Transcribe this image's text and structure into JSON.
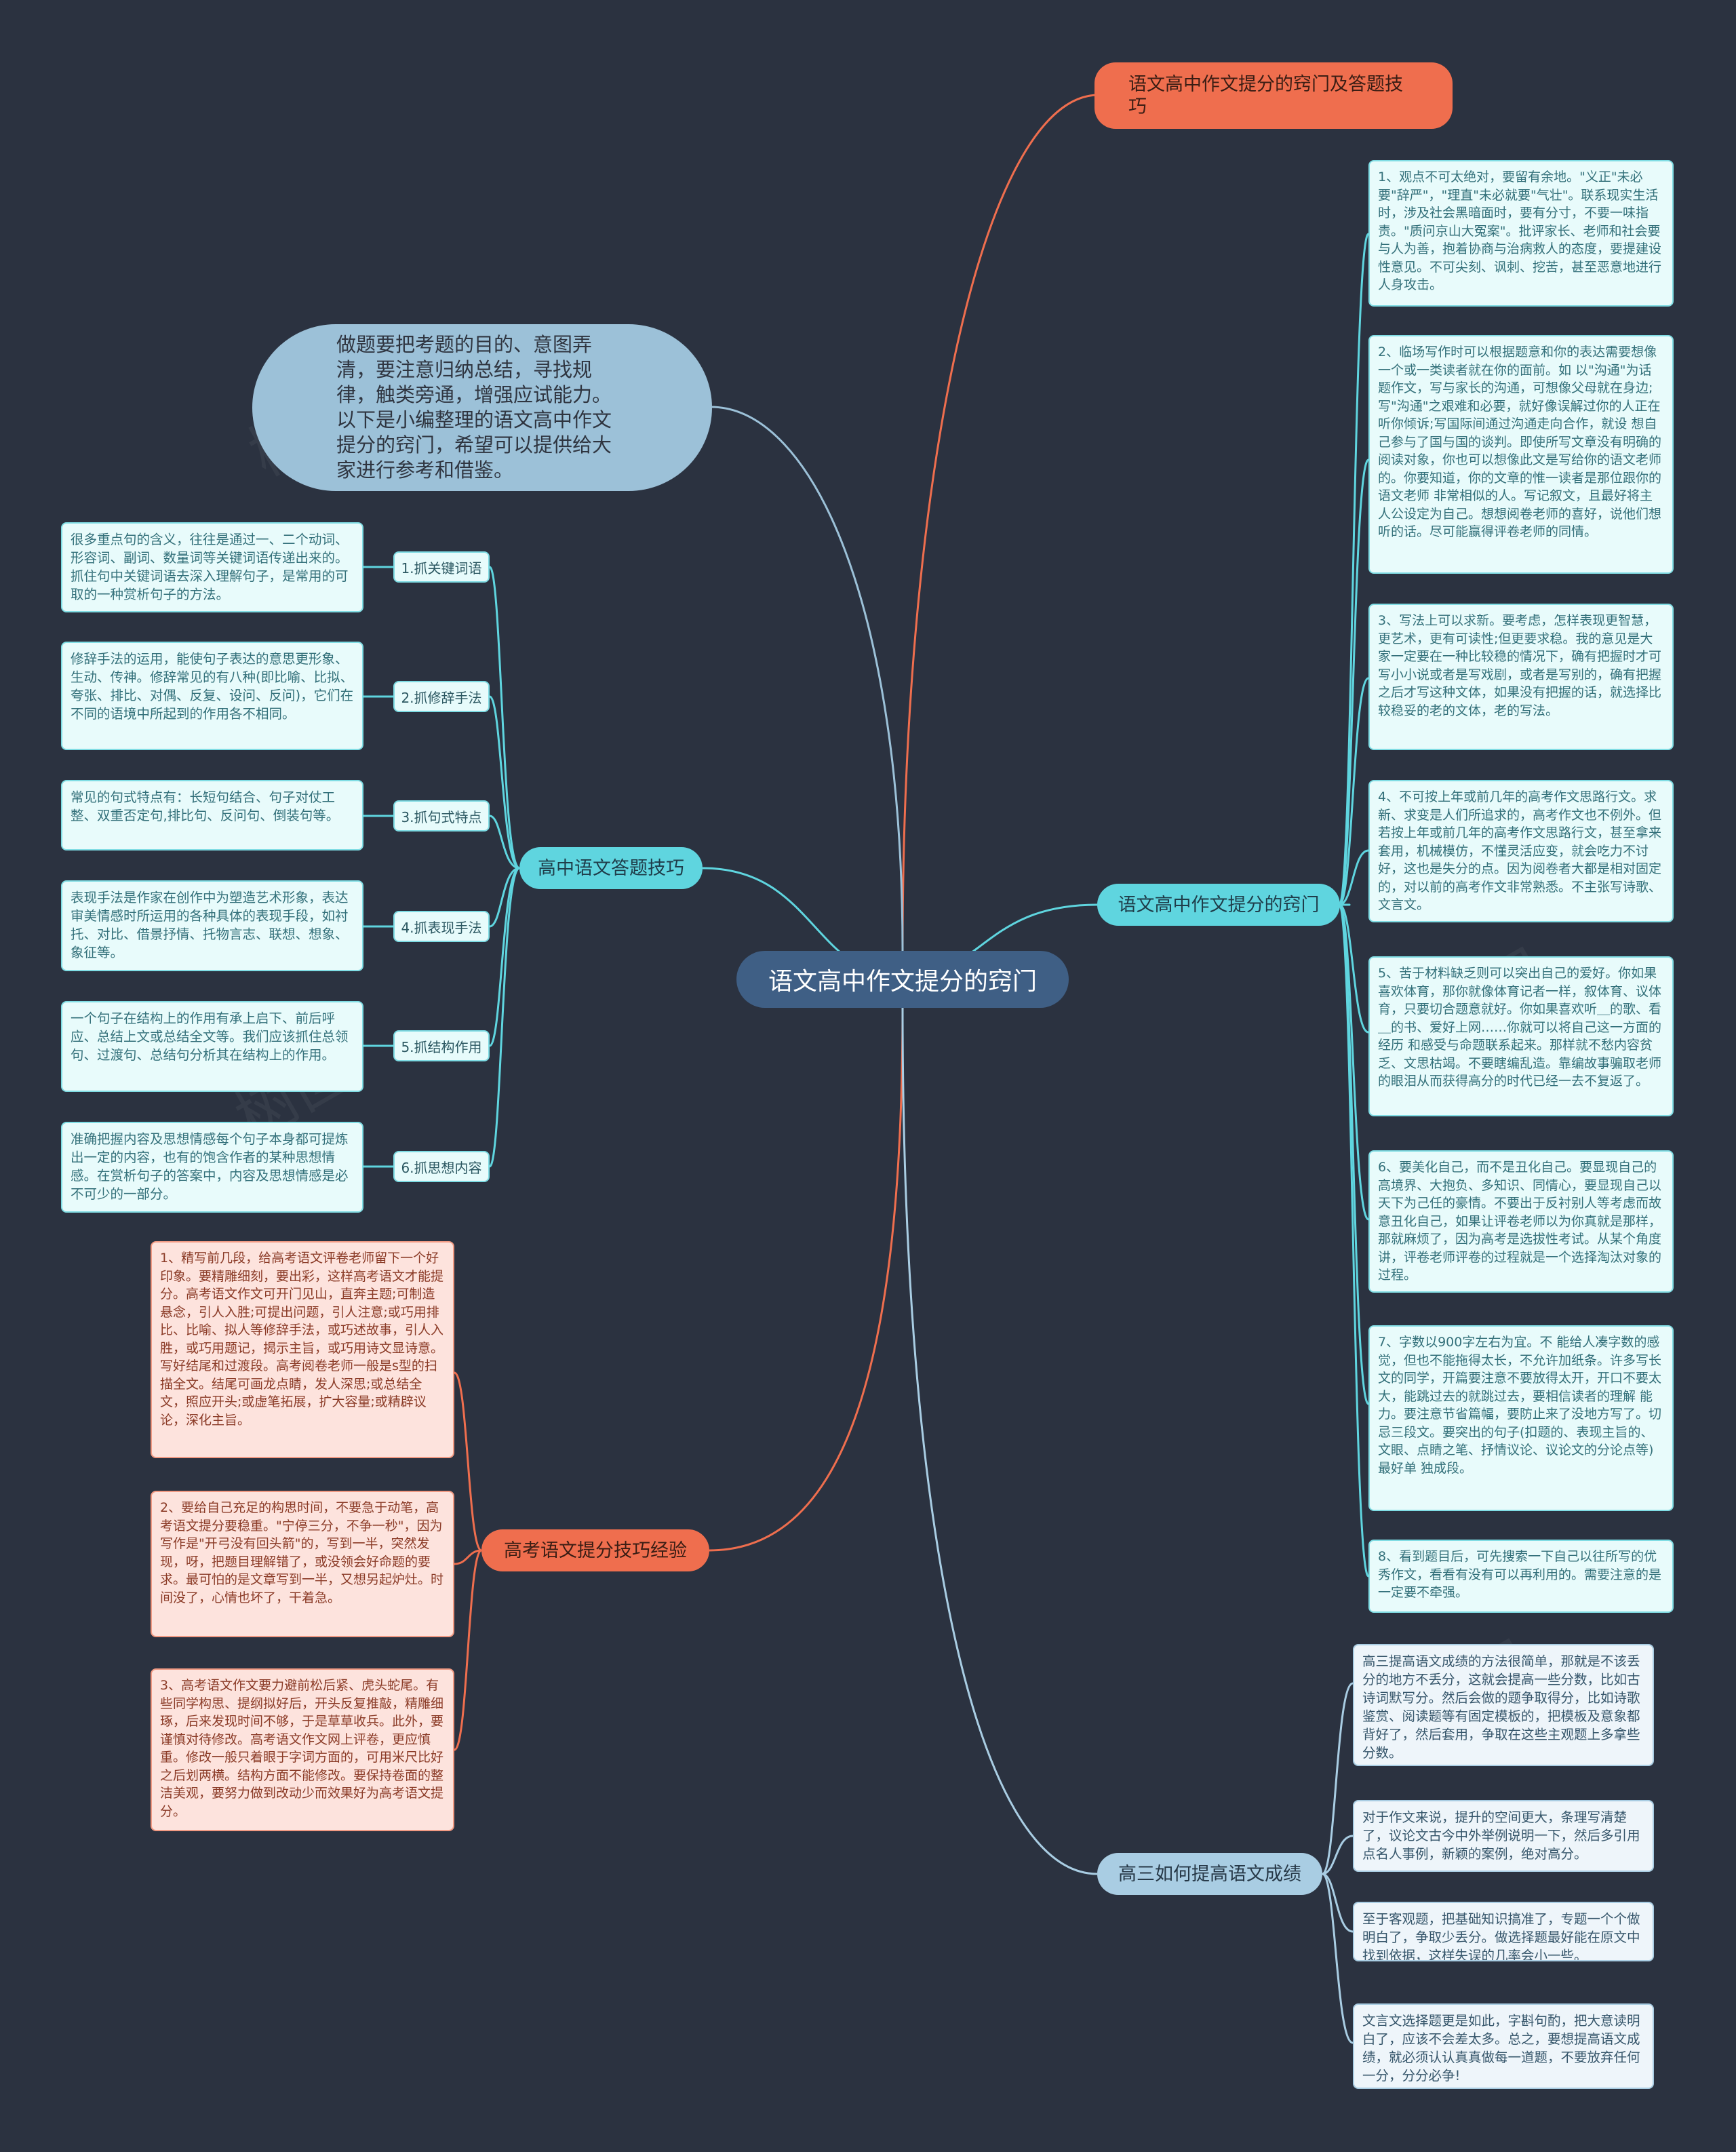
{
  "center": "语文高中作文提分的窍门",
  "intro": "做题要把考题的目的、意图弄清，要注意归纳总结，寻找规律，触类旁通，增强应试能力。以下是小编整理的语文高中作文提分的窍门，希望可以提供给大家进行参考和借鉴。",
  "branches": {
    "top": "语文高中作文提分的窍门及答题技巧",
    "skills": "高中语文答题技巧",
    "tips": "语文高中作文提分的窍门",
    "exp": "高考语文提分技巧经验",
    "grade": "高三如何提高语文成绩"
  },
  "skills": [
    {
      "label": "1.抓关键词语",
      "text": "很多重点句的含义，往往是通过一、二个动词、形容词、副词、数量词等关键词语传递出来的。抓住句中关键词语去深入理解句子，是常用的可取的一种赏析句子的方法。"
    },
    {
      "label": "2.抓修辞手法",
      "text": "修辞手法的运用，能使句子表达的意思更形象、生动、传神。修辞常见的有八种(即比喻、比拟、夸张、排比、对偶、反复、设问、反问)，它们在不同的语境中所起到的作用各不相同。"
    },
    {
      "label": "3.抓句式特点",
      "text": "常见的句式特点有：长短句结合、句子对仗工整、双重否定句,排比句、反问句、倒装句等。"
    },
    {
      "label": "4.抓表现手法",
      "text": "表现手法是作家在创作中为塑造艺术形象，表达审美情感时所运用的各种具体的表现手段，如衬托、对比、借景抒情、托物言志、联想、想象、象征等。"
    },
    {
      "label": "5.抓结构作用",
      "text": "一个句子在结构上的作用有承上启下、前后呼应、总结上文或总结全文等。我们应该抓住总领句、过渡句、总结句分析其在结构上的作用。"
    },
    {
      "label": "6.抓思想内容",
      "text": "准确把握内容及思想情感每个句子本身都可提炼出一定的内容，也有的饱含作者的某种思想情感。在赏析句子的答案中，内容及思想情感是必不可少的一部分。"
    }
  ],
  "tips": [
    "1、观点不可太绝对，要留有余地。\"义正\"未必要\"辞严\"，\"理直\"未必就要\"气壮\"。联系现实生活时，涉及社会黑暗面时，要有分寸，不要一味指责。\"质问京山大冤案\"。批评家长、老师和社会要与人为善，抱着协商与治病救人的态度，要提建设性意见。不可尖刻、讽刺、挖苦，甚至恶意地进行人身攻击。",
    "2、临场写作时可以根据题意和你的表达需要想像一个或一类读者就在你的面前。如 以\"沟通\"为话题作文，写与家长的沟通，可想像父母就在身边;写\"沟通\"之艰难和必要，就好像误解过你的人正在听你倾诉;写国际间通过沟通走向合作，就设 想自己参与了国与国的谈判。即使所写文章没有明确的阅读对象，你也可以想像此文是写给你的语文老师的。你要知道，你的文章的惟一读者是那位跟你的语文老师 非常相似的人。写记叙文，且最好将主人公设定为自己。想想阅卷老师的喜好，说他们想听的话。尽可能赢得评卷老师的同情。",
    "3、写法上可以求新。要考虑，怎样表现更智慧，更艺术，更有可读性;但更要求稳。我的意见是大家一定要在一种比较稳的情况下，确有把握时才可写小小说或者是写戏剧，或者是写别的，确有把握之后才写这种文体，如果没有把握的话，就选择比较稳妥的老的文体，老的写法。",
    "4、不可按上年或前几年的高考作文思路行文。求新、求变是人们所追求的，高考作文也不例外。但若按上年或前几年的高考作文思路行文，甚至拿来套用，机械模仿，不懂灵活应变，就会吃力不讨好，这也是失分的点。因为阅卷者大都是相对固定的，对以前的高考作文非常熟悉。不主张写诗歌、文言文。",
    "5、苦于材料缺乏则可以突出自己的爱好。你如果喜欢体育，那你就像体育记者一样，叙体育、议体育，只要切合题意就好。你如果喜欢听＿的歌、看＿的书、爱好上网……你就可以将自己这一方面的经历 和感受与命题联系起来。那样就不愁内容贫乏、文思枯竭。不要瞎编乱造。靠编故事骗取老师的眼泪从而获得高分的时代已经一去不复返了。",
    "6、要美化自己，而不是丑化自己。要显现自己的高境界、大抱负、多知识、同情心，要显现自己以天下为己任的豪情。不要出于反衬别人等考虑而故意丑化自己，如果让评卷老师以为你真就是那样，那就麻烦了，因为高考是选拔性考试。从某个角度讲，评卷老师评卷的过程就是一个选择淘汰对象的过程。",
    "7、字数以900字左右为宜。不 能给人凑字数的感觉，但也不能拖得太长，不允许加纸条。许多写长文的同学，开篇要注意不要放得太开，开口不要太大，能跳过去的就跳过去，要相信读者的理解 能力。要注意节省篇幅，要防止来了没地方写了。切忌三段文。要突出的句子(扣题的、表现主旨的、文眼、点睛之笔、抒情议论、议论文的分论点等)最好单 独成段。",
    "8、看到题目后，可先搜索一下自己以往所写的优秀作文，看看有没有可以再利用的。需要注意的是一定要不牵强。"
  ],
  "exp": [
    "1、精写前几段，给高考语文评卷老师留下一个好印象。要精雕细刻，要出彩，这样高考语文才能提分。高考语文作文可开门见山，直奔主题;可制造悬念，引人入胜;可提出问题，引人注意;或巧用排比、比喻、拟人等修辞手法，或巧述故事，引人入胜，或巧用题记，揭示主旨，或巧用诗文显诗意。写好结尾和过渡段。高考阅卷老师一般是s型的扫描全文。结尾可画龙点睛，发人深思;或总结全文，照应开头;或虚笔拓展，扩大容量;或精辟议论，深化主旨。",
    "2、要给自己充足的构思时间，不要急于动笔，高考语文提分要稳重。\"宁停三分，不争一秒\"，因为写作是\"开弓没有回头箭\"的，写到一半，突然发现，呀，把题目理解错了，或没领会好命题的要求。最可怕的是文章写到一半，又想另起炉灶。时间没了，心情也坏了，干着急。",
    "3、高考语文作文要力避前松后紧、虎头蛇尾。有些同学构思、提纲拟好后，开头反复推敲，精雕细琢，后来发现时间不够，于是草草收兵。此外，要谨慎对待修改。高考语文作文网上评卷，更应慎重。修改一般只着眼于字词方面的，可用米尺比好之后划两横。结构方面不能修改。要保持卷面的整洁美观，要努力做到改动少而效果好为高考语文提分。"
  ],
  "grade": [
    "高三提高语文成绩的方法很简单，那就是不该丢分的地方不丢分，这就会提高一些分数，比如古诗词默写分。然后会做的题争取得分，比如诗歌鉴赏、阅读题等有固定模板的，把模板及意象都背好了，然后套用，争取在这些主观题上多拿些分数。",
    "对于作文来说，提升的空间更大，条理写清楚了，议论文古今中外举例说明一下，然后多引用点名人事例，新颖的案例，绝对高分。",
    "至于客观题，把基础知识搞准了，专题一个个做明白了，争取少丢分。做选择题最好能在原文中找到依据，这样失误的几率会小一些。",
    "文言文选择题更是如此，字斟句酌，把大意读明白了，应该不会差太多。总之，要想提高语文成绩，就必须认认真真做每一道题，不要放弃任何一分，分分必争!"
  ],
  "colors": {
    "background": "#2b3240",
    "teal": "#5fd5df",
    "orange": "#ef6e4e",
    "blue": "#a9cde3",
    "center": "#3f5f85"
  }
}
